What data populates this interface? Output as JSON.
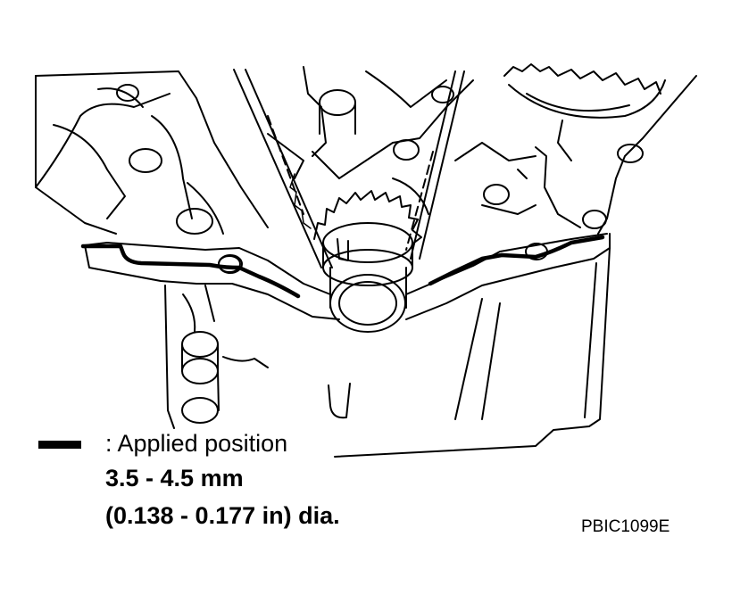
{
  "legend": {
    "symbol": "bead-line-icon",
    "label": ": Applied position"
  },
  "spec": {
    "size_mm": "3.5 - 4.5 mm",
    "size_in": "(0.138 - 0.177 in) dia."
  },
  "figure_code": "PBIC1099E"
}
